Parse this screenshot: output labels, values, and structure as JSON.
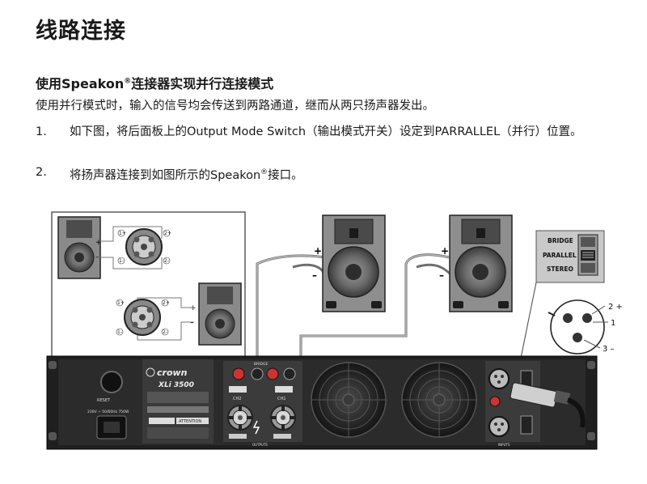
{
  "page": {
    "title": "线路连接",
    "subtitle_main": "使用Speakon",
    "subtitle_mark": "®",
    "subtitle_rest": "连接器实现并行连接模式",
    "intro": "使用并行模式时，输入的信号均会传送到两路通道，继而从两只扬声器发出。",
    "steps": [
      {
        "num": "1.",
        "text": "如下图，将后面板上的Output Mode Switch（输出模式开关）设定到PARRALLEL（并行）位置。"
      },
      {
        "num": "2.",
        "text_before": "将扬声器连接到如图所示的Speakon",
        "mark": "®",
        "text_after": "接口。"
      }
    ]
  },
  "diagram": {
    "brand": "crown",
    "model": "XLi 3500",
    "reset": "RESET",
    "power_rating": "230V ~ 50/60Hz 750W",
    "attention": "ATTENTION",
    "bridge_label": "BRIDGE",
    "ch2": "CH2",
    "ch1": "CH1",
    "outputs": "OUTPUTS",
    "inputs": "INPUTS",
    "plus": "+",
    "minus": "–",
    "mode_options": [
      "BRIDGE",
      "PARALLEL",
      "STEREO"
    ],
    "xlr_pins": [
      "2 +",
      "1",
      "3 –"
    ],
    "speakon_pins": [
      "1+",
      "1-",
      "2+",
      "2-"
    ]
  }
}
